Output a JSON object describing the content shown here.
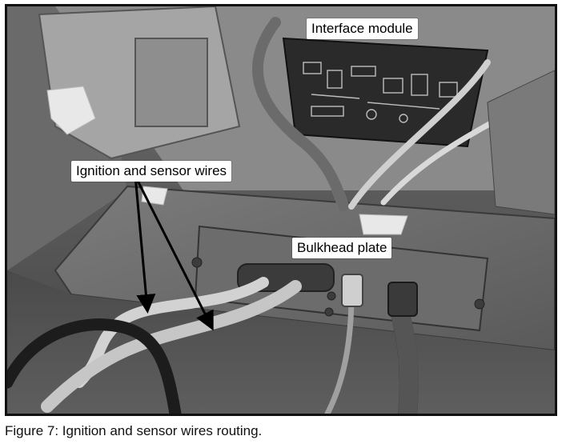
{
  "figure": {
    "callouts": {
      "interface_module": "Interface module",
      "ignition_sensor_wires": "Ignition and sensor wires",
      "bulkhead_plate": "Bulkhead plate"
    },
    "caption": "Figure 7:  Ignition and sensor wires routing."
  }
}
